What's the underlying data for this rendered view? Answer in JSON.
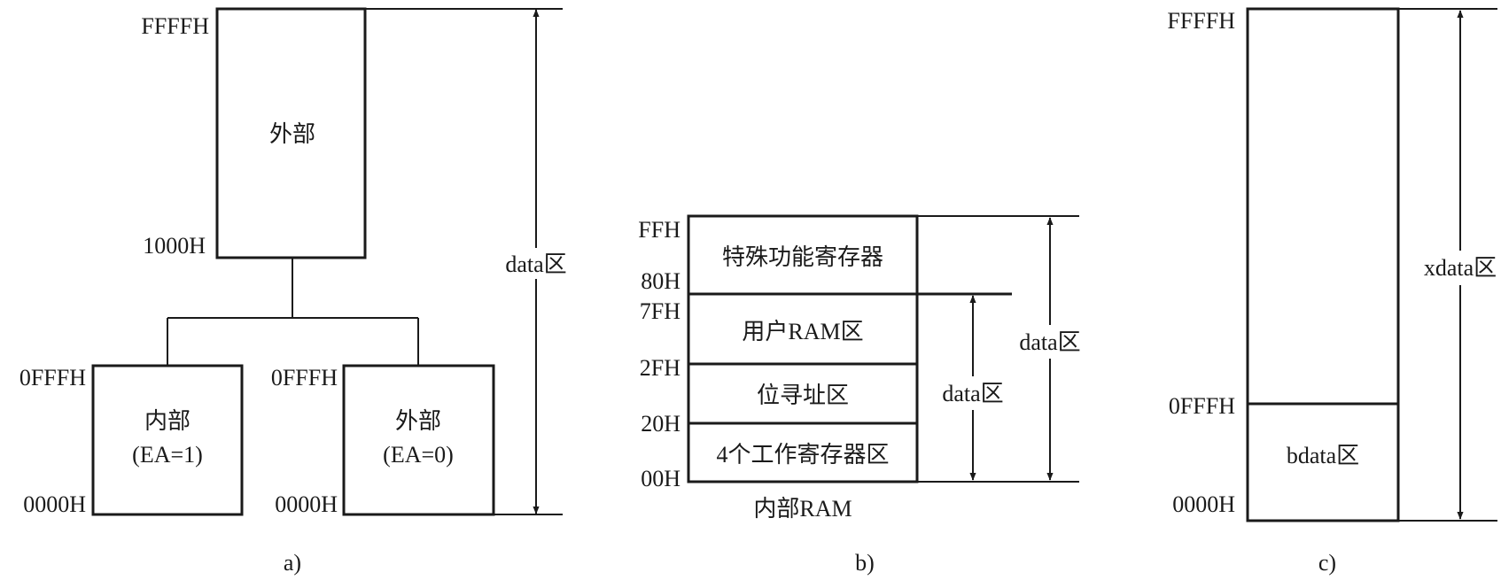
{
  "panel_a": {
    "addr_ffff": "FFFFH",
    "addr_1000": "1000H",
    "ext_label": "外部",
    "left_addr_top": "0FFFH",
    "left_addr_bottom": "0000H",
    "left_title": "内部",
    "left_sub": "(EA=1)",
    "right_addr_top": "0FFFH",
    "right_addr_bottom": "0000H",
    "right_title": "外部",
    "right_sub": "(EA=0)",
    "range_label": "data区",
    "caption": "a)"
  },
  "panel_b": {
    "addr_ff": "FFH",
    "addr_80": "80H",
    "addr_7f": "7FH",
    "addr_2f": "2FH",
    "addr_20": "20H",
    "addr_00": "00H",
    "seg_sfr": "特殊功能寄存器",
    "seg_user": "用户RAM区",
    "seg_bit": "位寻址区",
    "seg_work": "4个工作寄存器区",
    "inner_range_label": "data区",
    "outer_range_label": "data区",
    "bottom_label": "内部RAM",
    "caption": "b)"
  },
  "panel_c": {
    "addr_ffff": "FFFFH",
    "addr_0fff": "0FFFH",
    "addr_0000": "0000H",
    "seg_bdata": "bdata区",
    "range_label": "xdata区",
    "caption": "c)"
  }
}
